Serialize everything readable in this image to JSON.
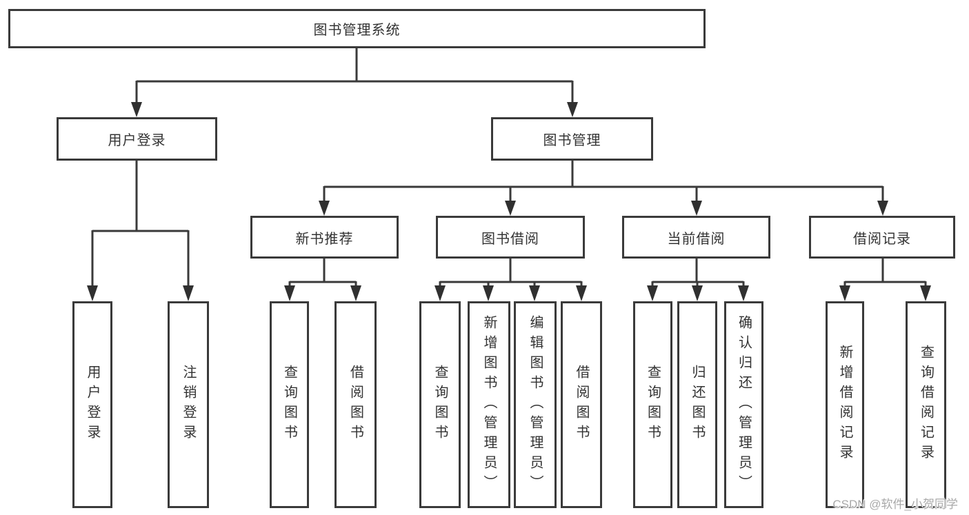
{
  "diagram": {
    "root": {
      "label": "图书管理系统"
    },
    "level2": [
      {
        "label": "用户登录"
      },
      {
        "label": "图书管理"
      }
    ],
    "level3": [
      {
        "label": "新书推荐"
      },
      {
        "label": "图书借阅"
      },
      {
        "label": "当前借阅"
      },
      {
        "label": "借阅记录"
      }
    ],
    "leaves": {
      "user_login": [
        {
          "label": "用户登录"
        },
        {
          "label": "注销登录"
        }
      ],
      "new_book_rec": [
        {
          "label": "查询图书"
        },
        {
          "label": "借阅图书"
        }
      ],
      "book_borrow": [
        {
          "label": "查询图书"
        },
        {
          "label": "新增图书（管理员）"
        },
        {
          "label": "编辑图书（管理员）"
        },
        {
          "label": "借阅图书"
        }
      ],
      "current_borrow": [
        {
          "label": "查询图书"
        },
        {
          "label": "归还图书"
        },
        {
          "label": "确认归还（管理员）"
        }
      ],
      "borrow_record": [
        {
          "label": "新增借阅记录"
        },
        {
          "label": "查询借阅记录"
        }
      ]
    }
  },
  "watermark": {
    "text": "CSDN @软件_小贺同学"
  },
  "colors": {
    "line": "#3a3a3a",
    "arrow": "#303030",
    "box_border": "#3a3a3a",
    "text": "#333333",
    "watermark": "#a9a9a9",
    "background": "#ffffff"
  }
}
